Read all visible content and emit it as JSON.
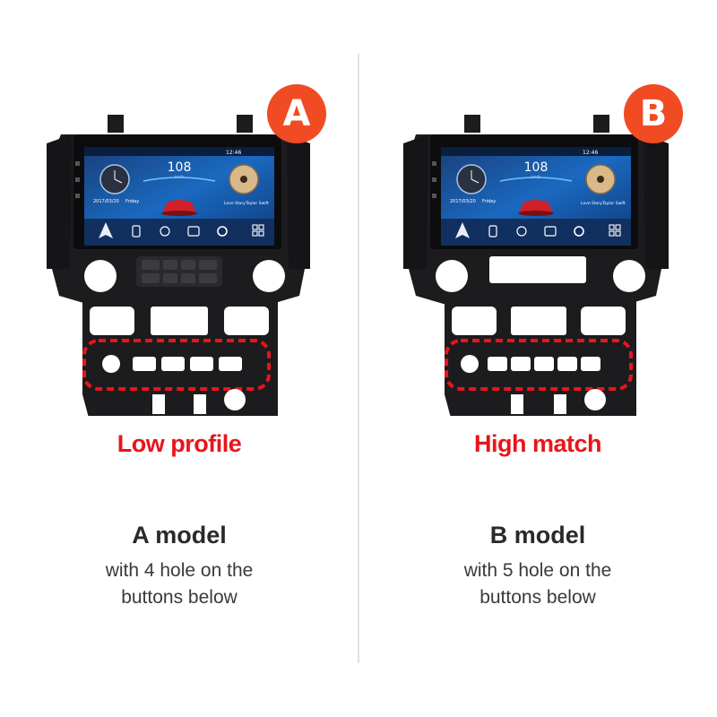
{
  "panels": [
    {
      "badge": "A",
      "variant": "Low profile",
      "model": "A model",
      "description": "with 4 hole on the buttons below",
      "hole_count": 4,
      "screen": {
        "speed": "108",
        "speed_unit": "km/h",
        "time": "12:46",
        "date": "2017/03/20",
        "day": "Friday",
        "song": "Love Story",
        "artist": "Taylor Swift"
      }
    },
    {
      "badge": "B",
      "variant": "High match",
      "model": "B model",
      "description": "with 5 hole on the buttons below",
      "hole_count": 5,
      "screen": {
        "speed": "108",
        "speed_unit": "km/h",
        "time": "12:46",
        "date": "2017/03/20",
        "day": "Friday",
        "song": "Love Story",
        "artist": "Taylor Swift"
      }
    }
  ],
  "colors": {
    "badge": "#f04b23",
    "variant_text": "#e8151b",
    "highlight_outline": "#e8151b",
    "bezel": "#1c1c1e"
  },
  "icons": [
    "navigation-arrow-icon",
    "phone-icon",
    "radio-icon",
    "settings-icon",
    "apps-grid-icon",
    "back-icon",
    "home-icon"
  ]
}
